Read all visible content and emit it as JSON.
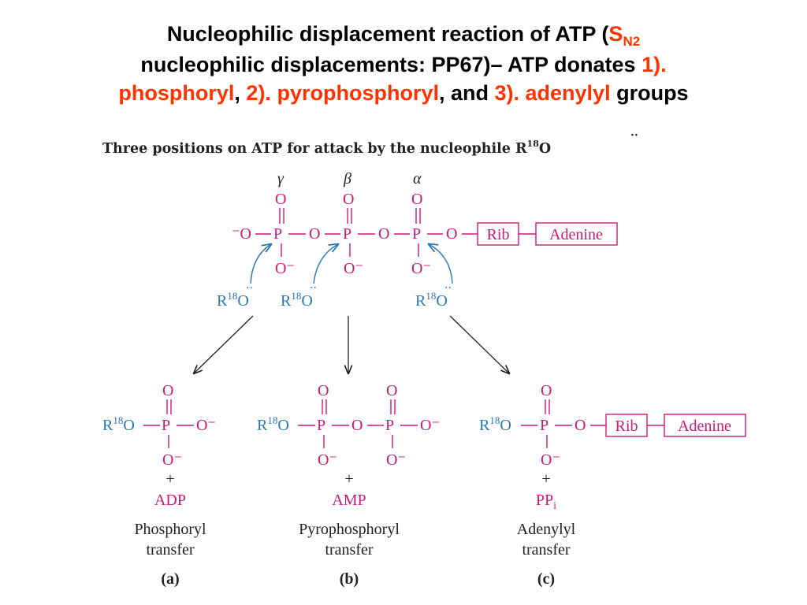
{
  "title": {
    "p1": "Nucleophilic displacement reaction of ATP (",
    "sn": "S",
    "sn_sub": "N2",
    "p2": "nucleophilic displacements: PP67)– ATP donates ",
    "n1": "1).",
    "phosphoryl": "phosphoryl",
    "comma1": ", ",
    "n2": "2).",
    "pyrophosphoryl": "pyrophosphoryl",
    "comma2": ", and ",
    "n3": "3).",
    "adenylyl": "adenylyl",
    "groups": " groups"
  },
  "figure": {
    "heading": "Three positions on ATP for attack by the nucleophile R",
    "heading_sup": "18",
    "heading_o": "O",
    "greek": {
      "gamma": "γ",
      "beta": "β",
      "alpha": "α"
    },
    "atom_O": "O",
    "atom_P": "P",
    "O_minus": "O⁻",
    "neg_O": "⁻O",
    "nucleophile": {
      "R": "R",
      "sup": "18",
      "O": "O"
    },
    "rib": "Rib",
    "adenine": "Adenine",
    "plus": "+",
    "products": [
      {
        "byproduct": "ADP",
        "name_line1": "Phosphoryl",
        "name_line2": "transfer",
        "letter": "(a)"
      },
      {
        "byproduct": "AMP",
        "name_line1": "Pyrophosphoryl",
        "name_line2": "transfer",
        "letter": "(b)"
      },
      {
        "byproduct": "PP",
        "byproduct_sub": "i",
        "name_line1": "Adenylyl",
        "name_line2": "transfer",
        "letter": "(c)"
      }
    ]
  },
  "colors": {
    "accent": "#ff3300",
    "magenta": "#cc1a7a",
    "blue": "#2878b4"
  }
}
